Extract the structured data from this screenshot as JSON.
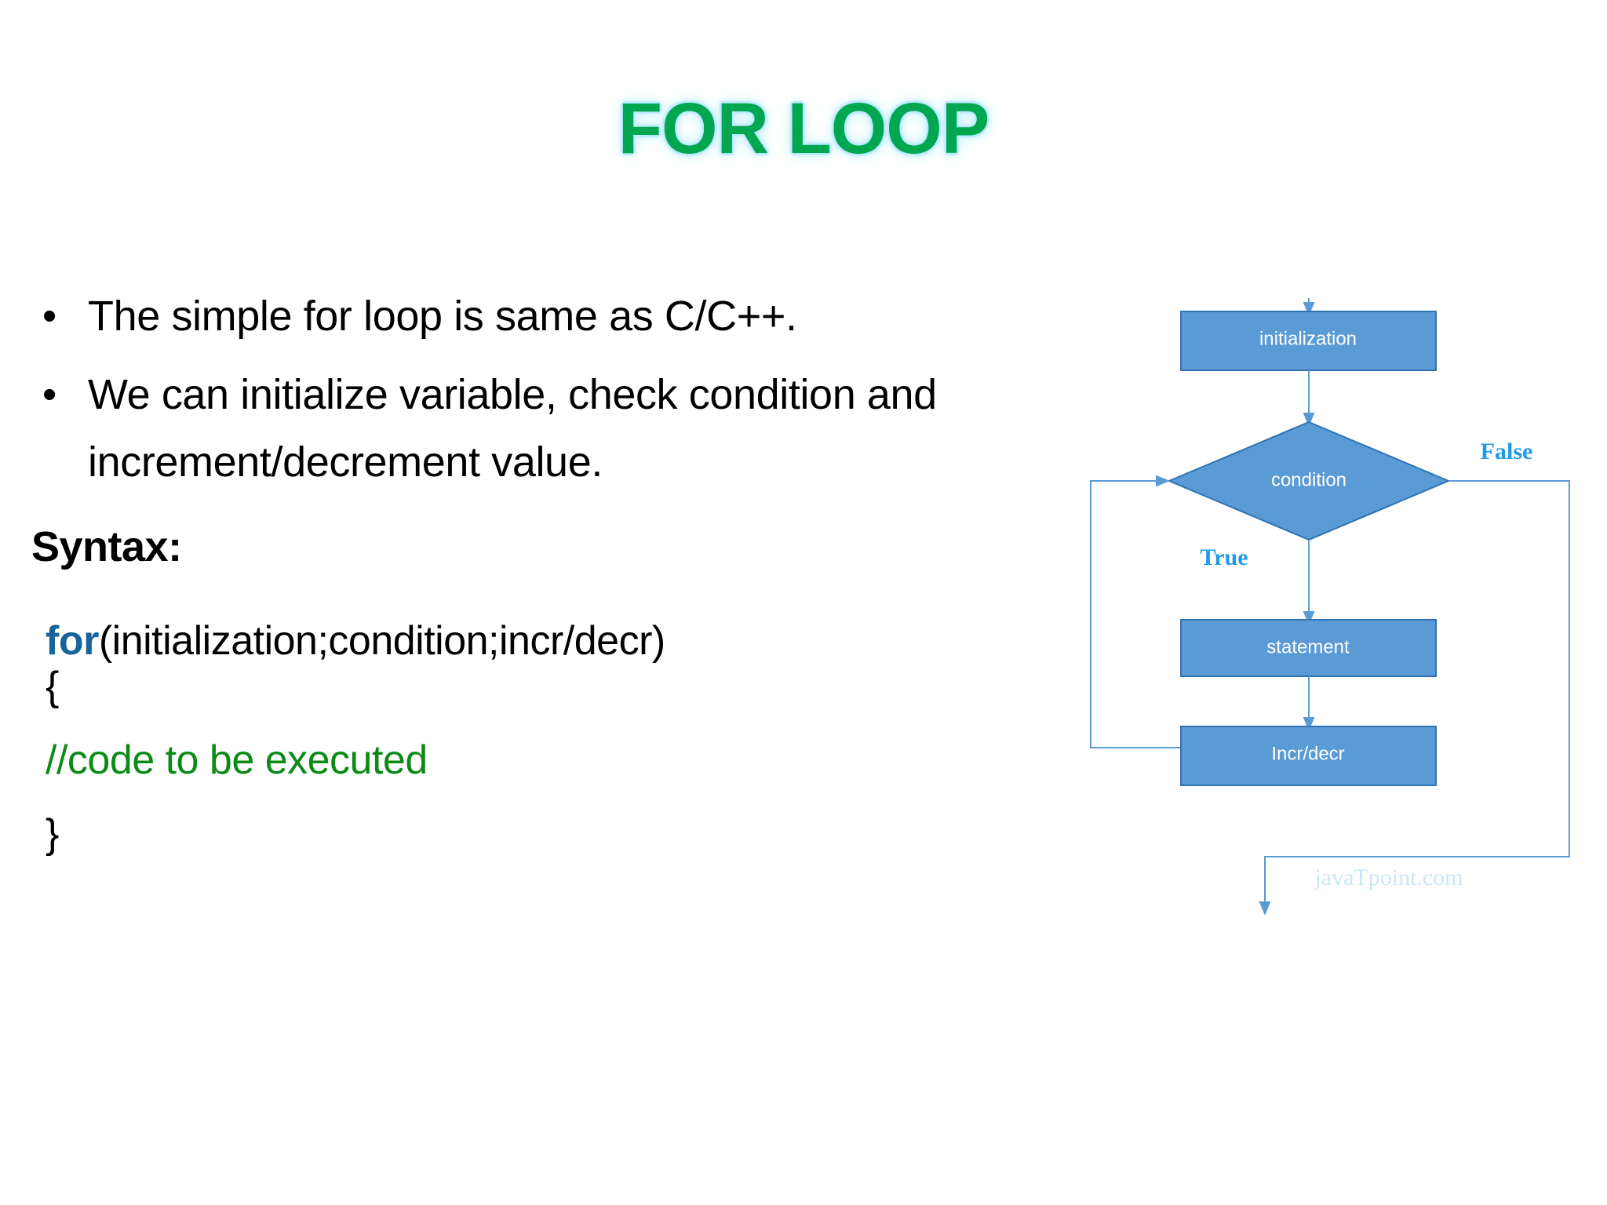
{
  "slide": {
    "title": "FOR LOOP",
    "title_color": "#00A650",
    "title_glow_color": "#BFEFFF",
    "background": "#FFFFFF"
  },
  "bullets": [
    {
      "marker": "•",
      "text": "The simple for loop is same as C/C++."
    },
    {
      "marker": "•",
      "text": "We can initialize variable, check condition and increment/decrement value."
    }
  ],
  "syntax": {
    "heading": "Syntax:",
    "code": {
      "keyword": "for",
      "keyword_color": "#17649B",
      "signature": "(initialization;condition;incr/decr)",
      "open_brace": "{",
      "comment": "//code to be executed",
      "comment_color": "#0B8A16",
      "close_brace": "}"
    }
  },
  "flowchart": {
    "shape_fill": "#5B9BD5",
    "shape_stroke": "#2E74B5",
    "connector_color": "#5B9BD5",
    "label_color": "#FFFFFF",
    "branch_label_color": "#1E9BE8",
    "nodes": [
      {
        "id": "initialization",
        "type": "process",
        "label": "initialization"
      },
      {
        "id": "condition",
        "type": "decision",
        "label": "condition"
      },
      {
        "id": "statement",
        "type": "process",
        "label": "statement"
      },
      {
        "id": "incr-decr",
        "type": "process",
        "label": "Incr/decr"
      }
    ],
    "branch_labels": [
      {
        "id": "true-label",
        "label": "True"
      },
      {
        "id": "false-label",
        "label": "False"
      }
    ],
    "watermark": "javaTpoint.com",
    "watermark_color": "#C9E8F5"
  }
}
